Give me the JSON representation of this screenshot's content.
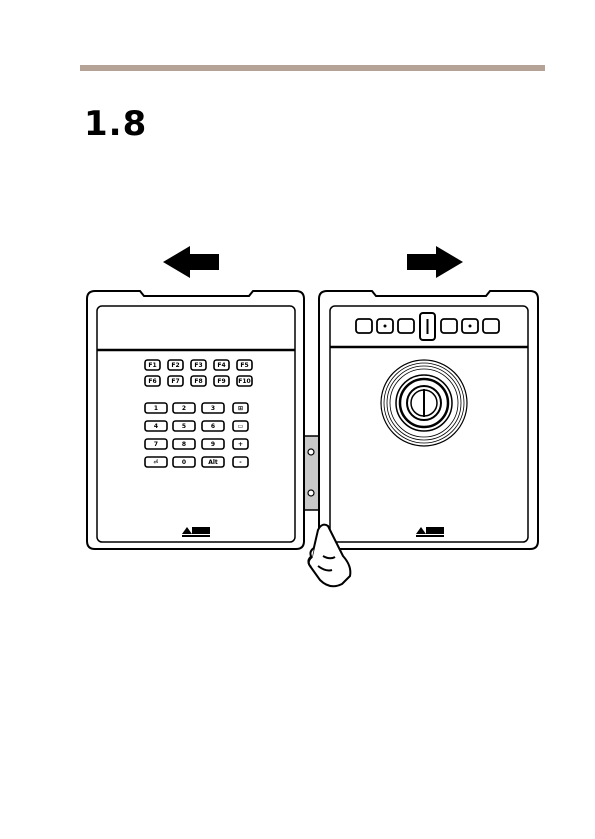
{
  "page": {
    "section_number": "1.8"
  },
  "keypad": {
    "fkeys": [
      "F1",
      "F2",
      "F3",
      "F4",
      "F5",
      "F6",
      "F7",
      "F8",
      "F9",
      "F10"
    ],
    "numkeys": [
      "1",
      "2",
      "3",
      "⊞",
      "4",
      "5",
      "6",
      "▭",
      "7",
      "8",
      "9",
      "+",
      "⏎",
      "0",
      "Alt",
      "-"
    ]
  },
  "icons": [
    "arrow-left-icon",
    "arrow-right-icon",
    "axis-logo-icon",
    "hand-pointer-icon"
  ]
}
